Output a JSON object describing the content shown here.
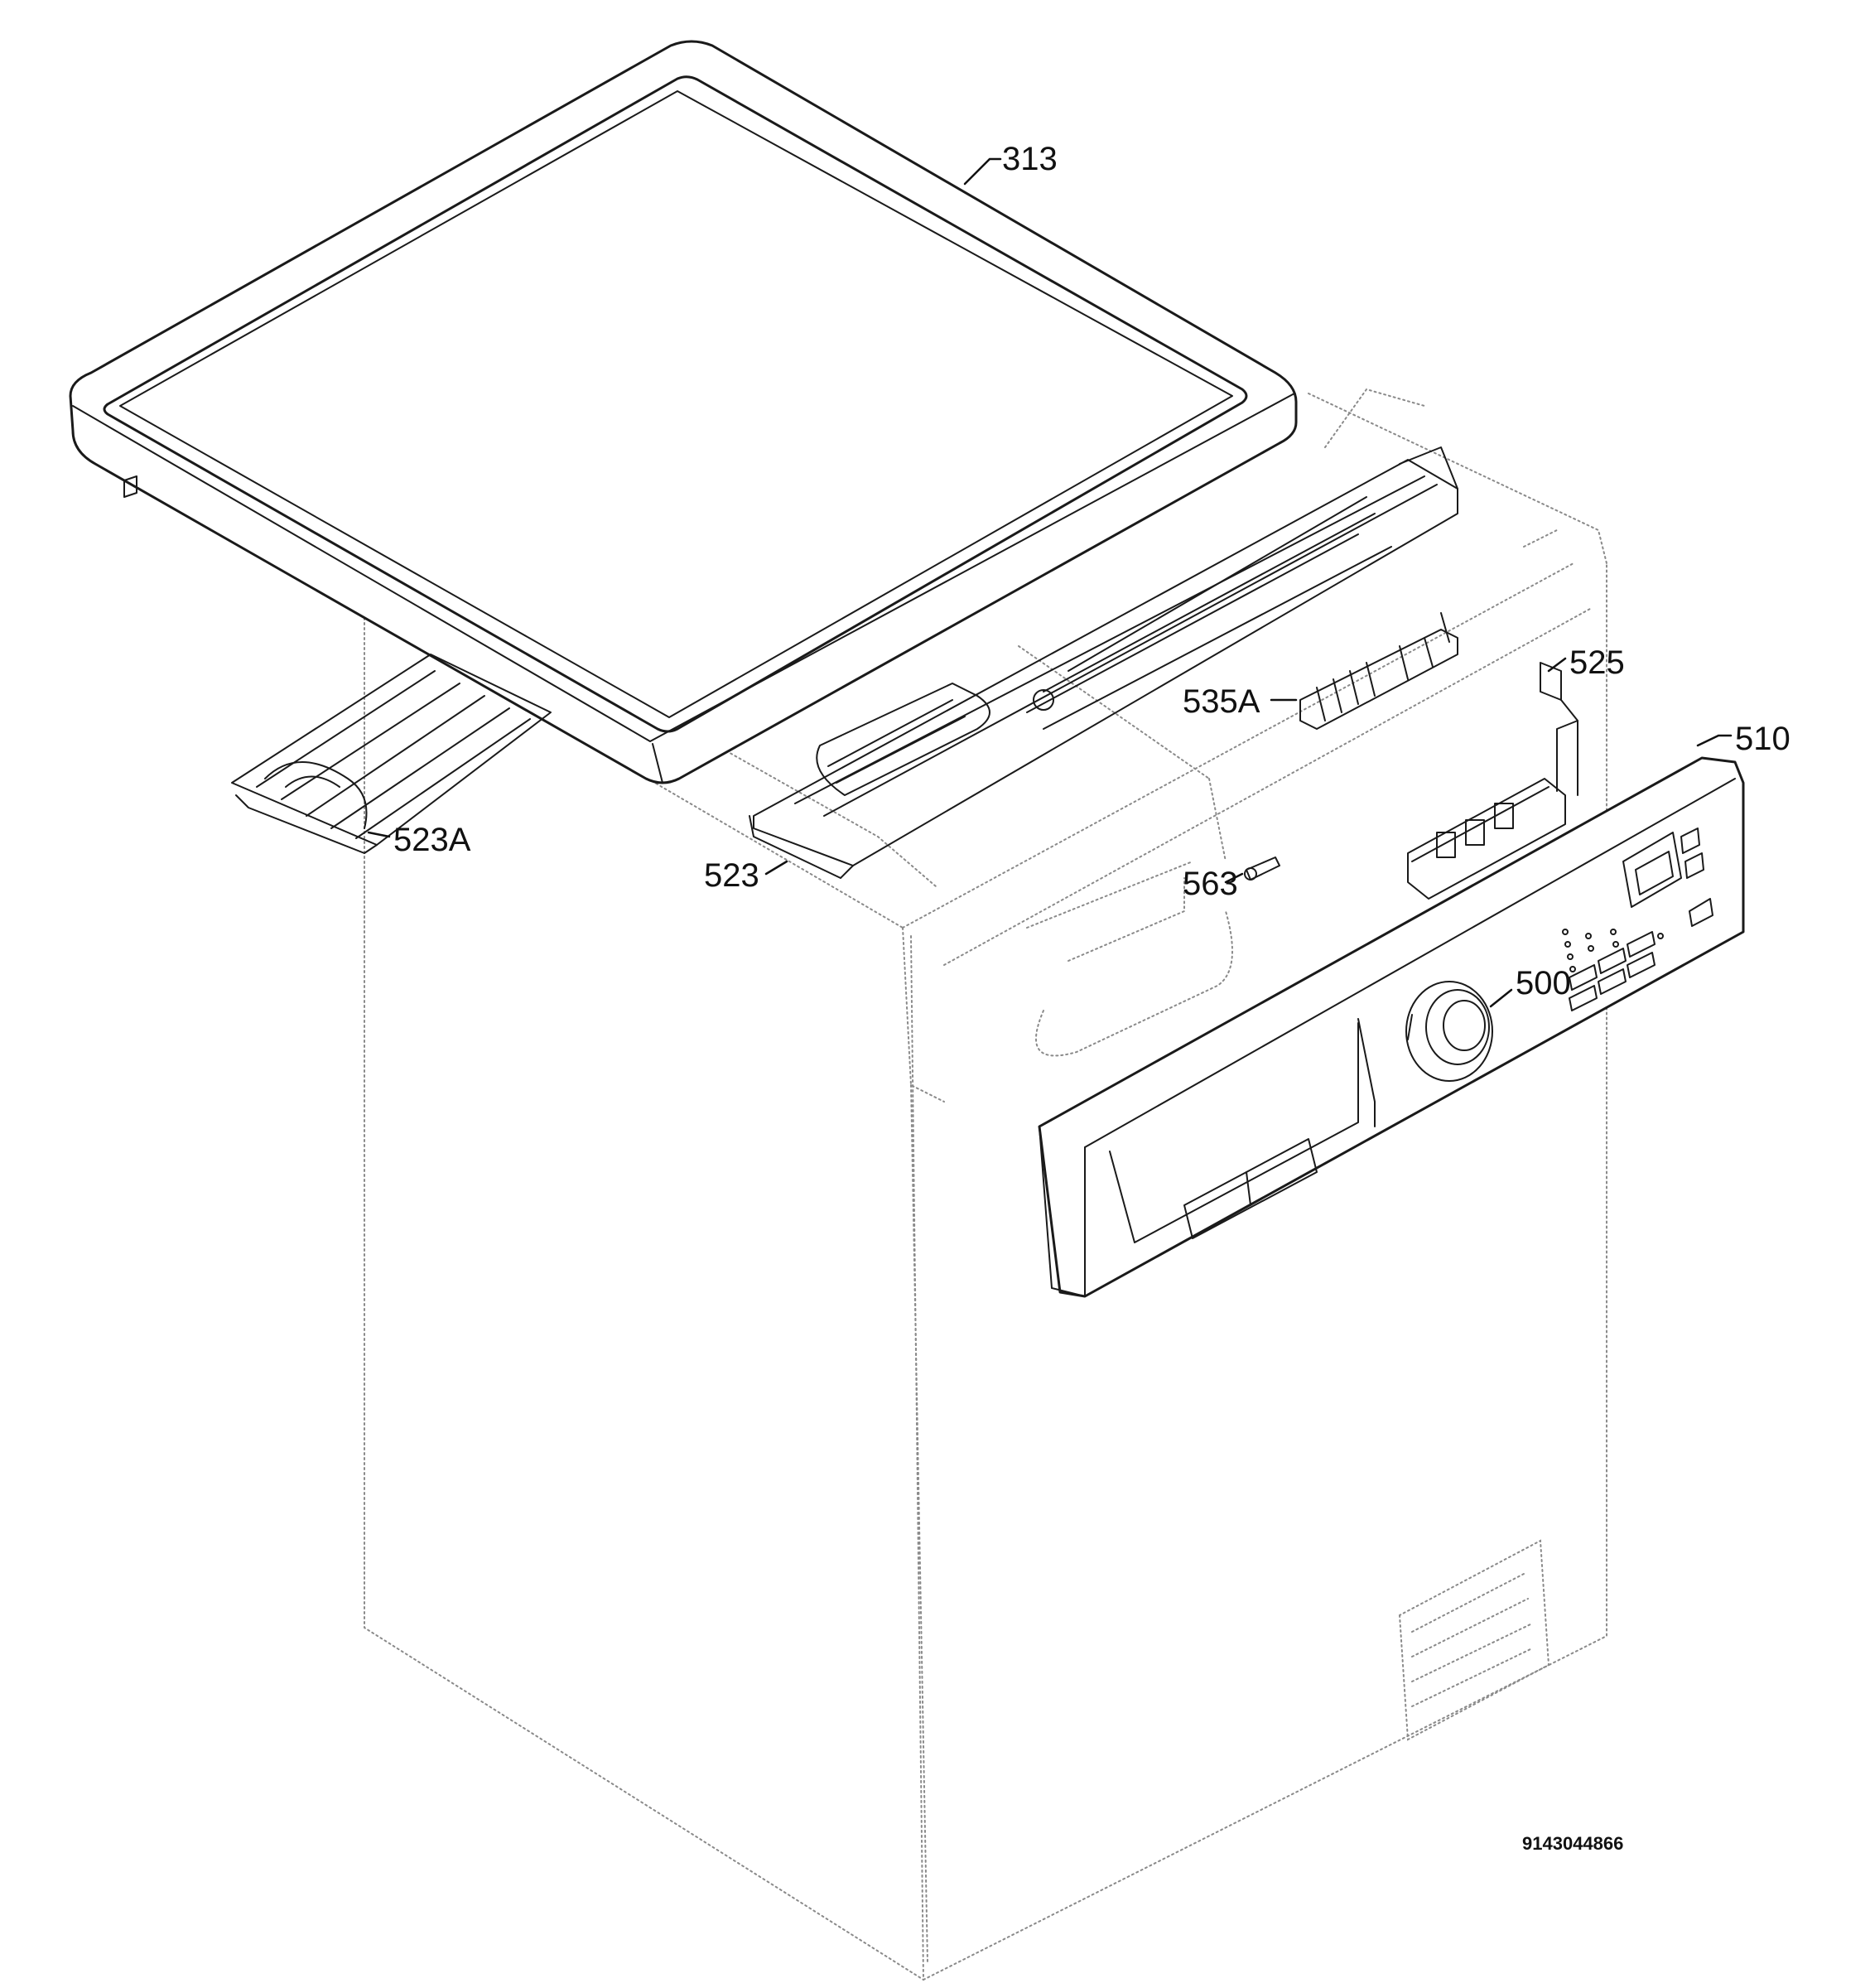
{
  "callouts": {
    "lid": "313",
    "control_panel": "510",
    "pcb": "525",
    "pcb_contacts": "535A",
    "bracket_left": "523A",
    "bracket_right": "523",
    "light_pipe": "563",
    "knob": "500"
  },
  "drawing_code": "9143044866"
}
